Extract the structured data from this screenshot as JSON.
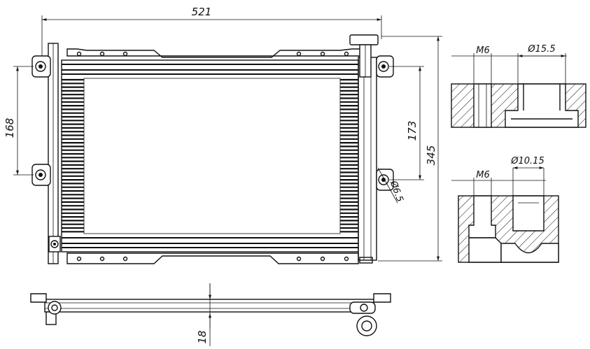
{
  "drawing": {
    "dimensions": {
      "overall_width": "521",
      "overall_height": "345",
      "mount_span_left": "168",
      "mount_span_right": "173",
      "thickness": "18",
      "hole_diameter": "Ø6.5"
    },
    "section_top": {
      "thread_label": "M6",
      "bore_label": "Ø15.5"
    },
    "section_bottom": {
      "thread_label": "M6",
      "bore_label": "Ø10.15"
    }
  }
}
